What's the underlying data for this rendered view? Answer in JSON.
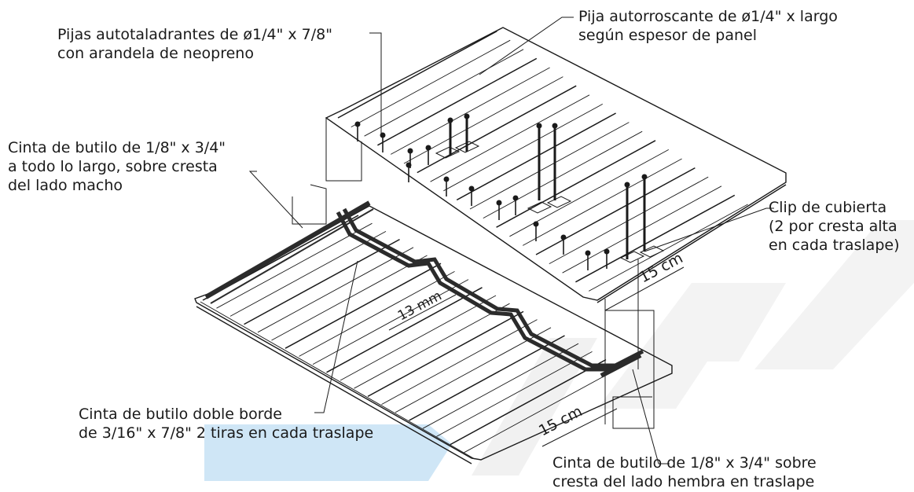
{
  "labels": {
    "self_drilling_screws": [
      "Pijas autotaladrantes de ø1/4\" x 7/8\"",
      "con arandela de neopreno"
    ],
    "self_tapping_screw": [
      "Pija autorroscante de ø1/4\" x largo",
      "según espesor de panel"
    ],
    "butyl_tape_male": [
      "Cinta de butilo de 1/8\" x 3/4\"",
      "a todo lo largo, sobre cresta",
      "del lado macho"
    ],
    "deck_clip": [
      "Clip de cubierta",
      "(2 por cresta alta",
      "en cada traslape)"
    ],
    "butyl_tape_double": [
      "Cinta de butilo doble borde",
      "de 3/16\" x 7/8\" 2 tiras en cada traslape"
    ],
    "butyl_tape_female": [
      "Cinta de butilo de 1/8\" x 3/4\" sobre",
      "cresta del lado hembra en traslape"
    ]
  },
  "dimensions": {
    "upper_overlap": "15 cm",
    "lower_overlap": "15 cm",
    "gap": "13 mm"
  },
  "colors": {
    "line": "#1a1a1a",
    "tape": "#2b2b2b",
    "watermark_blue": "#cfe6f6",
    "watermark_grey": "#f1f1f1"
  }
}
